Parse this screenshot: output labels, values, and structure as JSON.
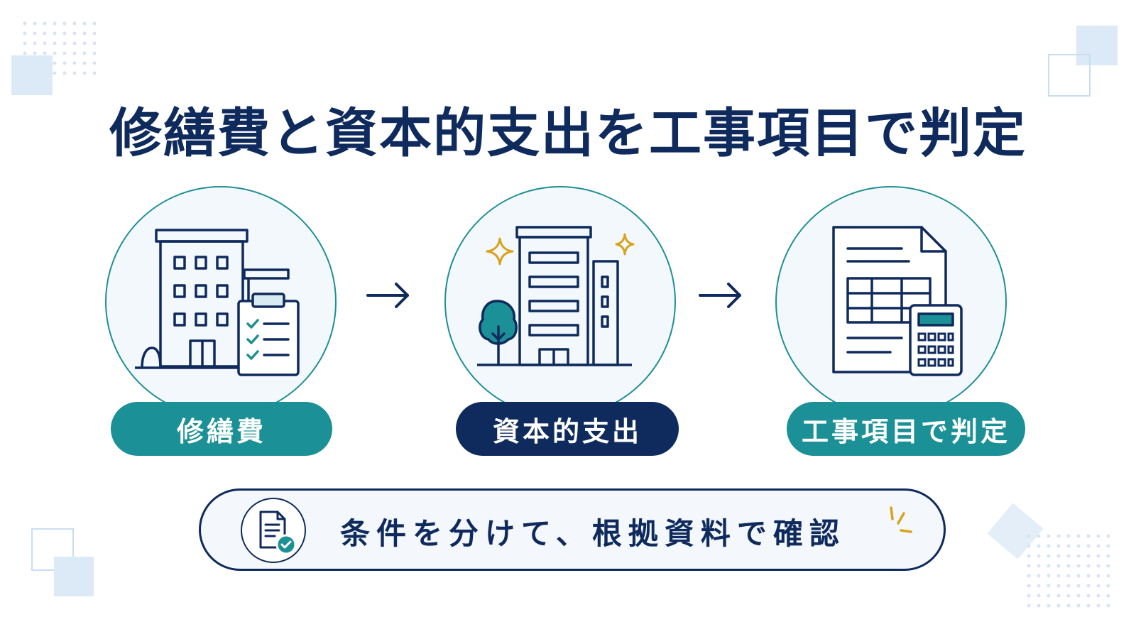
{
  "title": "修繕費と資本的支出を工事項目で判定",
  "steps": [
    {
      "label": "修繕費",
      "icon": "building-with-checklist-icon",
      "style": "teal"
    },
    {
      "label": "資本的支出",
      "icon": "new-building-with-tree-icon",
      "style": "navy"
    },
    {
      "label": "工事項目で判定",
      "icon": "spreadsheet-with-calculator-icon",
      "style": "teal"
    }
  ],
  "connector_icon": "right-arrow-icon",
  "banner": {
    "text": "条件を分けて、根拠資料で確認",
    "icon": "document-check-icon",
    "accent_icon": "sparkle-lines-icon"
  },
  "colors": {
    "navy": "#0f2a5c",
    "teal": "#1b9096",
    "gold": "#d9a21b",
    "circle_fill": "#f3f8fd",
    "deco_blue": "#dceaf8"
  }
}
